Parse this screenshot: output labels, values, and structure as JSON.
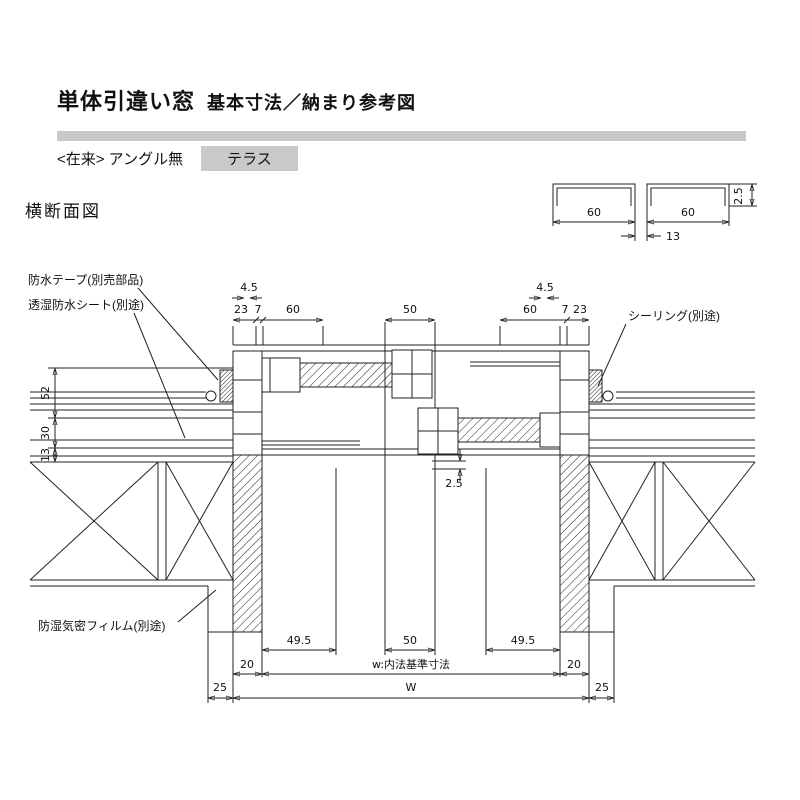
{
  "header": {
    "title": "単体引違い窓",
    "subtitle": "基本寸法／納まり参考図",
    "variant": "<在来> アングル無",
    "tag": "テラス"
  },
  "section_label": "横断面図",
  "detail": {
    "dim_left_60": "60",
    "dim_right_60": "60",
    "dim_gap_13": "13",
    "dim_height_2_5": "2.5"
  },
  "callouts": {
    "waterproof_tape": "防水テープ(別売部品)",
    "breathable_sheet": "透湿防水シート(別途)",
    "moisture_barrier_film": "防湿気密フィルム(別途)",
    "sealing": "シーリング(別途)"
  },
  "dims": {
    "top": {
      "left_4_5": "4.5",
      "left_23": "23",
      "left_7": "7",
      "left_60": "60",
      "center_50": "50",
      "right_60": "60",
      "right_7": "7",
      "right_23": "23",
      "right_4_5": "4.5"
    },
    "left": {
      "d52": "52",
      "d30": "30",
      "d13": "13"
    },
    "center": {
      "d2_5": "2.5"
    },
    "bottom": {
      "left_49_5": "49.5",
      "center_50": "50",
      "right_49_5": "49.5",
      "left_20": "20",
      "w_label": "w:内法基準寸法",
      "right_20": "20",
      "left_25": "25",
      "w": "W",
      "right_25": "25"
    }
  }
}
